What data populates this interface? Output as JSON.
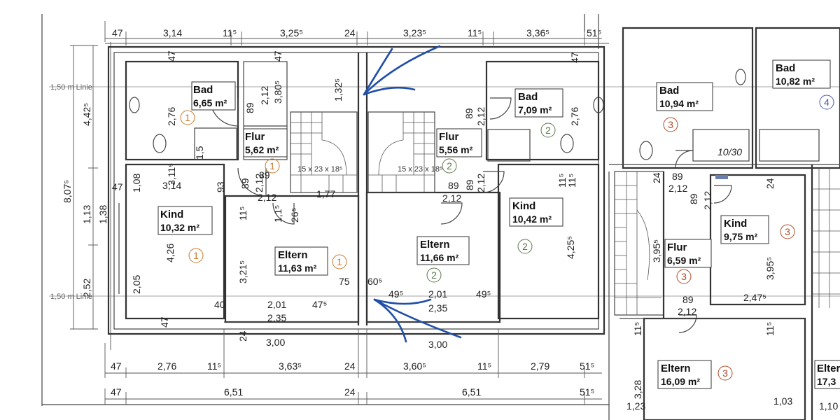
{
  "lines": [
    {
      "id": "line1",
      "label": "1,50 m Linie"
    },
    {
      "id": "line2",
      "label": "1,50 m Linie"
    }
  ],
  "rooms": [
    {
      "id": "bad1",
      "name": "Bad",
      "area": "6,65 m²",
      "unit": "1"
    },
    {
      "id": "flur1",
      "name": "Flur",
      "area": "5,62 m²",
      "unit": "1"
    },
    {
      "id": "kind1",
      "name": "Kind",
      "area": "10,32 m²",
      "unit": "1"
    },
    {
      "id": "eltern1",
      "name": "Eltern",
      "area": "11,63 m²",
      "unit": "1"
    },
    {
      "id": "bad2",
      "name": "Bad",
      "area": "7,09 m²",
      "unit": "2"
    },
    {
      "id": "flur2",
      "name": "Flur",
      "area": "5,56 m²",
      "unit": "2"
    },
    {
      "id": "kind2",
      "name": "Kind",
      "area": "10,42 m²",
      "unit": "2"
    },
    {
      "id": "eltern2",
      "name": "Eltern",
      "area": "11,66 m²",
      "unit": "2"
    },
    {
      "id": "bad3",
      "name": "Bad",
      "area": "10,94 m²",
      "unit": "3"
    },
    {
      "id": "flur3",
      "name": "Flur",
      "area": "6,59 m²",
      "unit": "3"
    },
    {
      "id": "kind3",
      "name": "Kind",
      "area": "9,75 m²",
      "unit": "3"
    },
    {
      "id": "eltern3",
      "name": "Eltern",
      "area": "16,09 m²",
      "unit": "3"
    },
    {
      "id": "bad4",
      "name": "Bad",
      "area": "10,82 m²",
      "unit": "4"
    },
    {
      "id": "eltern4",
      "name": "Elter",
      "area": "17,3",
      "unit": ""
    }
  ],
  "unit_marks": [
    {
      "id": "m-bad1",
      "text": "1",
      "color": "#c8782a"
    },
    {
      "id": "m-flur1",
      "text": "1",
      "color": "#c8782a"
    },
    {
      "id": "m-kind1",
      "text": "1",
      "color": "#c8782a"
    },
    {
      "id": "m-eltern1",
      "text": "1",
      "color": "#c8782a"
    },
    {
      "id": "m-bad2",
      "text": "2",
      "color": "#5a7a4a"
    },
    {
      "id": "m-flur2",
      "text": "2",
      "color": "#5a7a4a"
    },
    {
      "id": "m-kind2",
      "text": "2",
      "color": "#5a7a4a"
    },
    {
      "id": "m-eltern2",
      "text": "2",
      "color": "#5a7a4a"
    },
    {
      "id": "m-bad3",
      "text": "3",
      "color": "#b04a28"
    },
    {
      "id": "m-flur3",
      "text": "3",
      "color": "#b04a28"
    },
    {
      "id": "m-kind3",
      "text": "3",
      "color": "#b04a28"
    },
    {
      "id": "m-eltern3",
      "text": "3",
      "color": "#b04a28"
    },
    {
      "id": "m-bad4",
      "text": "4",
      "color": "#4a5aa8"
    }
  ],
  "top_dims": [
    "47",
    "3,14",
    "11⁵",
    "3,25⁵",
    "24",
    "3,23⁵",
    "11⁵",
    "3,36⁵",
    "51⁵"
  ],
  "bottom_dims1": [
    "47",
    "2,76",
    "11⁵",
    "3,63⁵",
    "24",
    "3,60⁵",
    "11⁵",
    "2,79",
    "51⁵"
  ],
  "bottom_dims2": [
    "47",
    "6,51",
    "24",
    "6,51",
    "51⁵"
  ],
  "left_dims": [
    "8,07⁵",
    "4,42⁵",
    "1,13",
    "1,38",
    "2,52"
  ],
  "inner_dims": {
    "bad1_w": "47",
    "bad1_h": "2,76",
    "flur1_a": "47",
    "flur1_b": "3,80⁵",
    "flur1_c": "2,12",
    "flur1_d": "89",
    "flur1_e": "1,32⁵",
    "k1_a": "1,08",
    "k1_b": "3,11⁵",
    "k1_c": "3,14",
    "k1_d": "47",
    "k1_e": "93",
    "k1_f": "1,5",
    "k1_g": "4,26",
    "k1_h": "2,05",
    "f1_a": "89",
    "f1_b": "2,12",
    "f1_c": "89",
    "f1_d": "2,12",
    "f1_e": "1,77",
    "f1_f": "11⁵",
    "f1_g": "1,1⁵",
    "f1_h": "26⁵",
    "e1_a": "3,21⁵",
    "e1_b": "75",
    "e1_c": "40",
    "e1_d": "2,01",
    "e1_e": "47⁵",
    "e1_f": "2,35",
    "e1_g": "24",
    "e1_h": "3,00",
    "b2_a": "89",
    "b2_b": "2,12",
    "b2_c": "2,76",
    "b2_d": "47",
    "f2_a": "89",
    "f2_b": "89",
    "f2_c": "2,12",
    "f2_d": "2,12",
    "k2_a": "11⁵",
    "k2_b": "11⁵",
    "k2_c": "4,25⁵",
    "e2_a": "60⁵",
    "e2_b": "49⁵",
    "e2_c": "2,01",
    "e2_d": "49⁵",
    "e2_e": "2,35",
    "e2_f": "3,00",
    "r3_a": "89",
    "r3_b": "2,12",
    "r3_c": "89",
    "r3_d": "2,12",
    "r3_e": "24",
    "r3_f": "24",
    "r3_g": "3,95⁵",
    "r3_h": "3,95⁵",
    "r3_i": "2,47⁵",
    "r3_j": "89",
    "r3_k": "2,12",
    "r3_l": "11⁵",
    "r3_m": "11⁵",
    "r3_n": "3,28",
    "r3_o": "1,03",
    "r3_p": "10/30",
    "r3_q": "1,23",
    "r3_r": "1,10"
  },
  "stair_labels": [
    "15 x 23 x 18⁵",
    "15 x 23 x 18⁵"
  ]
}
